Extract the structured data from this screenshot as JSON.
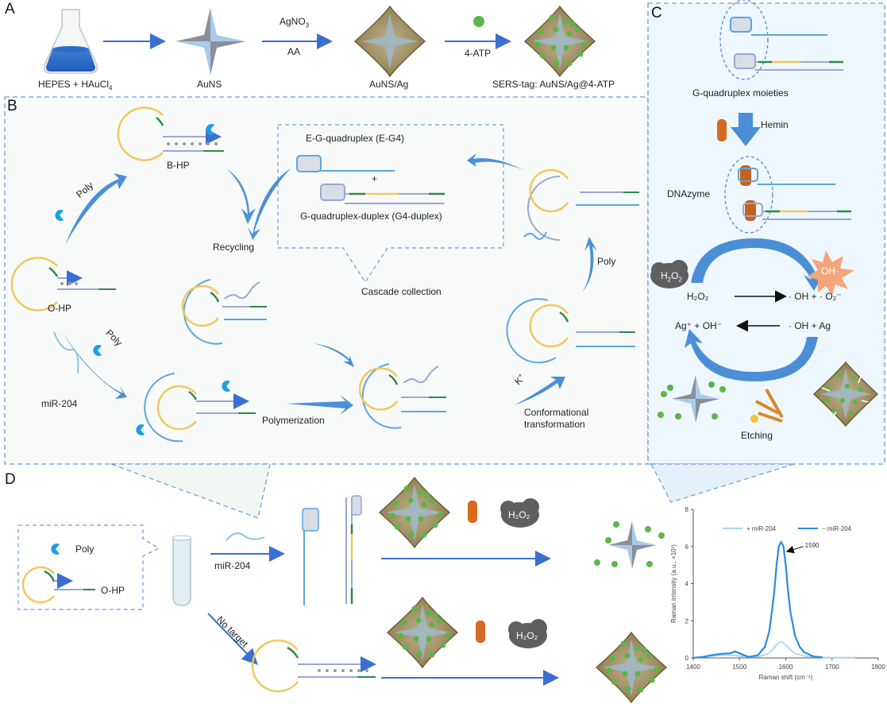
{
  "panels": {
    "A": {
      "letter": "A",
      "steps": [
        {
          "label_main": "HEPES + HAuCl",
          "label_sub": "4"
        },
        {
          "label": "AuNS"
        },
        {
          "label": "AuNS/Ag"
        },
        {
          "label": "SERS-tag: AuNS/Ag@4-ATP"
        }
      ],
      "arrow2_top_main": "AgNO",
      "arrow2_top_sub": "3",
      "arrow2_bottom": "AA",
      "arrow3_bottom": "4-ATP"
    },
    "B": {
      "letter": "B",
      "b_hp": "B-HP",
      "o_hp": "O-HP",
      "poly_top": "Poly",
      "poly_bottom": "Poly",
      "poly_right": "Poly",
      "recycling": "Recycling",
      "mir": "miR-204",
      "polymerization": "Polymerization",
      "cascade": "Cascade collection",
      "e_g4": "E-G-quadruplex (E-G4)",
      "plus": "+",
      "g4_duplex": "G-quadruplex-duplex (G4-duplex)",
      "k_ion": "K",
      "k_sup": "+",
      "conformational_1": "Conformational",
      "conformational_2": "transformation"
    },
    "C": {
      "letter": "C",
      "g4_moieties": "G-quadruplex moieties",
      "hemin": "Hemin",
      "dnazyme": "DNAzyme",
      "h2o2_cloud_main": "H",
      "h2o2_cloud_sub1": "2",
      "h2o2_cloud_o": "O",
      "h2o2_cloud_sub2": "2",
      "oh_burst": "OH·",
      "reaction1_left": "H₂O₂",
      "reaction1_right": "· OH  +  · O₂⁻",
      "reaction2_left": "Ag⁺ + OH⁻",
      "reaction2_right": "· OH + Ag",
      "etching": "Etching"
    },
    "D": {
      "letter": "D",
      "poly": "Poly",
      "o_hp": "O-HP",
      "mir": "miR-204",
      "no_target": "No target",
      "h2o2_top": "H₂O₂",
      "h2o2_bottom": "H₂O₂"
    }
  },
  "colors": {
    "arrow_blue": "#3a6fd1",
    "big_arrow_blue": "#4a8fd6",
    "dash_blue": "#6f9ae0",
    "panel_bg": "#f6fbff",
    "panel_c_bg": "#eef7fd",
    "green_dot": "#5cb548",
    "yellow_loop": "#f2c75c",
    "green_seg": "#2e8b4a",
    "strand_purple": "#9aa7d6",
    "enzyme_cyan": "#1aa0e8",
    "hemin": "#d66a1f",
    "cloud": "#5f5f62",
    "burst": "#f4a57a",
    "nanostar_light": "#a9cbea",
    "nanostar_dark": "#8a8f98",
    "shell": "#8f7c4e"
  },
  "chart_data": {
    "type": "line",
    "title": "",
    "xlabel": "Raman shift (cm⁻¹)",
    "ylabel": "Raman intensity (a.u., ×10³)",
    "xlim": [
      1400,
      1800
    ],
    "ylim": [
      0,
      8
    ],
    "xticks": [
      1400,
      1500,
      1600,
      1700,
      1800
    ],
    "yticks": [
      0,
      2,
      4,
      6,
      8
    ],
    "grid": false,
    "legend": "top",
    "annotation": {
      "text": "1590",
      "x": 1590,
      "y": 6.25
    },
    "series": [
      {
        "name": "+ miR-204",
        "color": "#a8d4f5",
        "x": [
          1400,
          1420,
          1440,
          1460,
          1480,
          1500,
          1520,
          1540,
          1560,
          1570,
          1580,
          1585,
          1590,
          1595,
          1600,
          1610,
          1620,
          1640,
          1660,
          1680,
          1700,
          1720,
          1750
        ],
        "y": [
          0.02,
          0.05,
          0.1,
          0.15,
          0.15,
          0.1,
          0.05,
          0.06,
          0.2,
          0.4,
          0.7,
          0.82,
          0.85,
          0.8,
          0.7,
          0.45,
          0.25,
          0.1,
          0.05,
          0.03,
          0.02,
          0.02,
          0.02
        ]
      },
      {
        "name": "− miR-204",
        "color": "#2b8be6",
        "x": [
          1400,
          1420,
          1440,
          1460,
          1480,
          1490,
          1500,
          1520,
          1540,
          1555,
          1565,
          1575,
          1580,
          1585,
          1590,
          1595,
          1600,
          1605,
          1610,
          1620,
          1630,
          1640,
          1660,
          1680
        ],
        "y": [
          0.0,
          0.05,
          0.15,
          0.22,
          0.25,
          0.35,
          0.25,
          0.05,
          0.15,
          0.6,
          1.5,
          3.5,
          5.0,
          6.0,
          6.25,
          6.0,
          5.0,
          3.6,
          2.5,
          1.2,
          0.6,
          0.3,
          0.08,
          0.02
        ]
      }
    ]
  }
}
